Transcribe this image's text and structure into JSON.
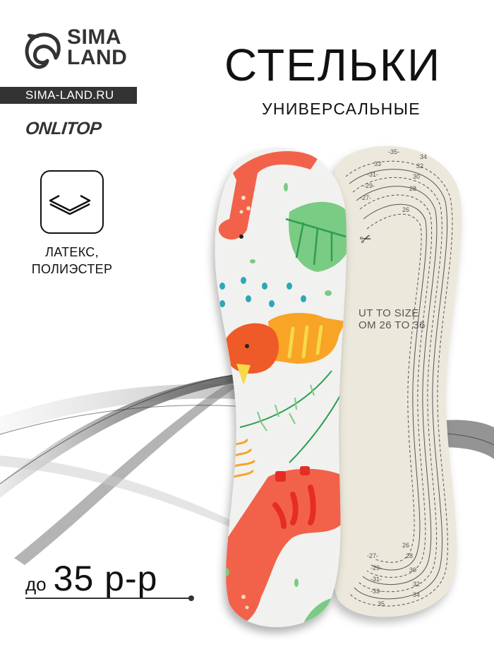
{
  "brand": {
    "logo_text_line1": "SIMA",
    "logo_text_line2": "LAND",
    "website": "SIMA-LAND.RU",
    "sub_brand": "ONLITOP",
    "logo_icon": "dolphin-icon",
    "bar_color": "#333333"
  },
  "product": {
    "title": "СТЕЛЬКИ",
    "subtitle": "УНИВЕРСАЛЬНЫЕ",
    "material_icon": "layers-icon",
    "material_line1": "ЛАТЕКС,",
    "material_line2": "ПОЛИЭСТЕР",
    "size_prefix": "до",
    "size_value": "35 р-р",
    "insole_print_text_line1": "UT TO SIZE",
    "insole_print_text_line2": "OM 26 TO 36",
    "size_marks_top": [
      "35",
      "34",
      "33",
      "32",
      "31",
      "30",
      "29",
      "28",
      "27",
      "26"
    ],
    "size_marks_bottom": [
      "26",
      "27",
      "28",
      "29",
      "30",
      "31",
      "32",
      "33",
      "34",
      "35"
    ],
    "colors": {
      "insole_back": "#ECE8DC",
      "insole_front": "#F1F1F0",
      "dino_red": "#F2624A",
      "dino_orange": "#F8A425",
      "leaf_green": "#7ACB84",
      "dot_teal": "#2BA8B6"
    }
  }
}
